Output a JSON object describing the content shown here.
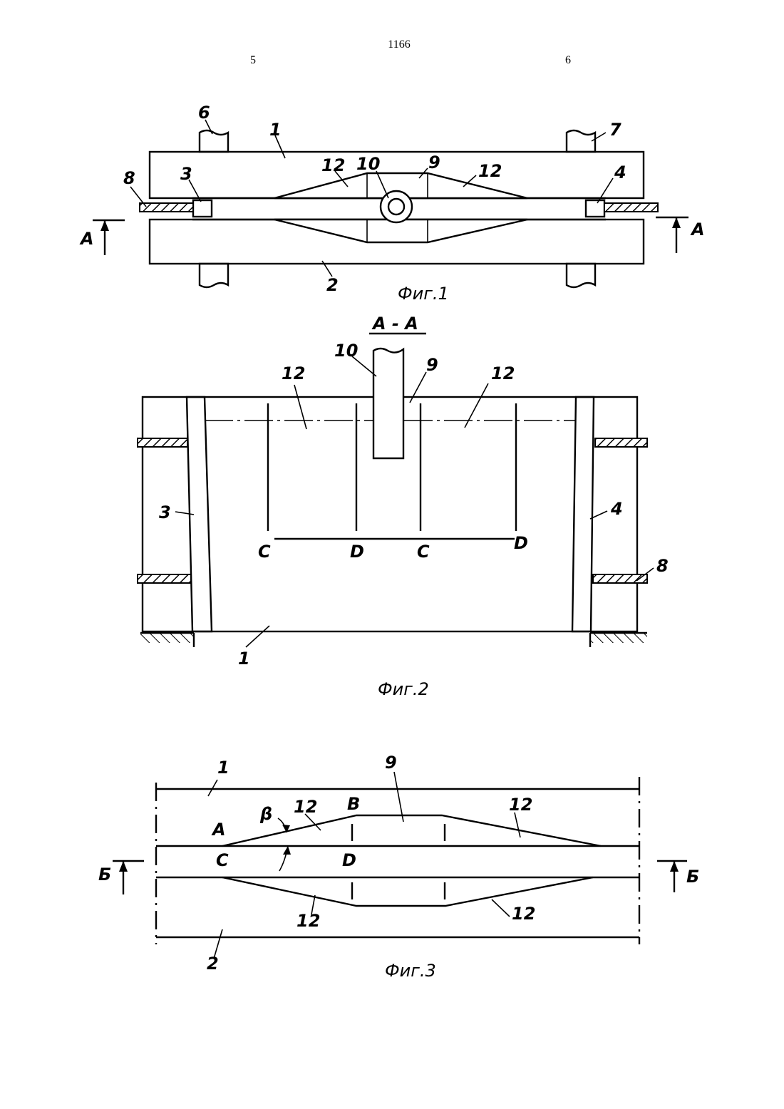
{
  "header": {
    "page_number": "1166",
    "column_left": "5",
    "column_right": "6"
  },
  "fig1": {
    "caption": "Фиг.1",
    "labels": {
      "n1": "1",
      "n2": "2",
      "n3": "3",
      "n4": "4",
      "n6": "6",
      "n7": "7",
      "n8": "8",
      "n9": "9",
      "n10": "10",
      "n12a": "12",
      "n12b": "12"
    },
    "section_left": "А",
    "section_right": "А"
  },
  "fig2": {
    "caption": "Фиг.2",
    "title": "А - А",
    "labels": {
      "n1": "1",
      "n3": "3",
      "n4": "4",
      "n8": "8",
      "n9": "9",
      "n10": "10",
      "n12a": "12",
      "n12b": "12"
    },
    "points": {
      "c1": "С",
      "d1": "D",
      "c2": "С",
      "d2": "D"
    }
  },
  "fig3": {
    "caption": "Фиг.3",
    "labels": {
      "n1": "1",
      "n2": "2",
      "n9": "9",
      "n12a": "12",
      "n12b": "12",
      "n12c": "12",
      "n12d": "12"
    },
    "points": {
      "a": "А",
      "b": "В",
      "c": "С",
      "d": "D",
      "beta": "β"
    },
    "section_left": "Б",
    "section_right": "Б"
  }
}
